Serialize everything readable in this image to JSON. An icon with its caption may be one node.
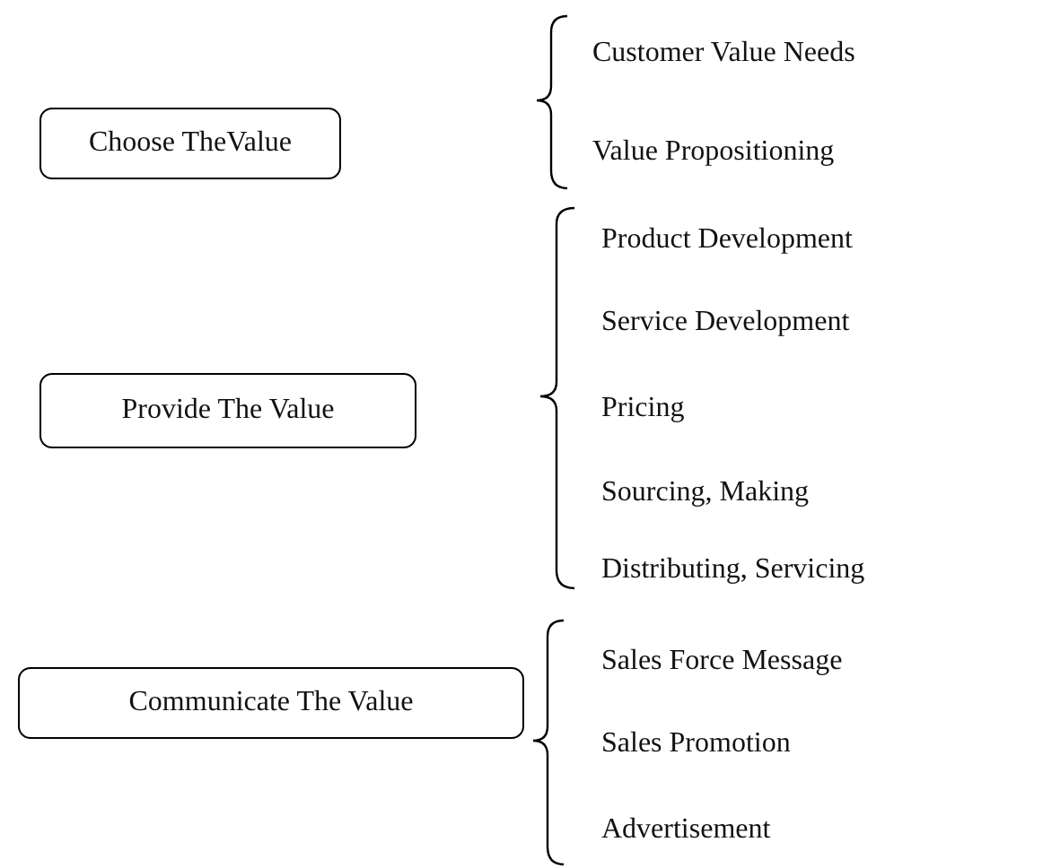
{
  "diagram": {
    "nodes": [
      {
        "text": [
          "Choose TheValue"
        ]
      },
      {
        "text": [
          "Provide The Value"
        ]
      },
      {
        "text": [
          "Communicate The Value"
        ]
      }
    ],
    "labels": [
      "Customer Value Needs",
      "Value Propositioning",
      "Product Development",
      "Service Development",
      "Pricing",
      "Sourcing, Making",
      "Distributing, Servicing",
      "Sales Force Message",
      "Sales Promotion",
      "Advertisement"
    ]
  }
}
